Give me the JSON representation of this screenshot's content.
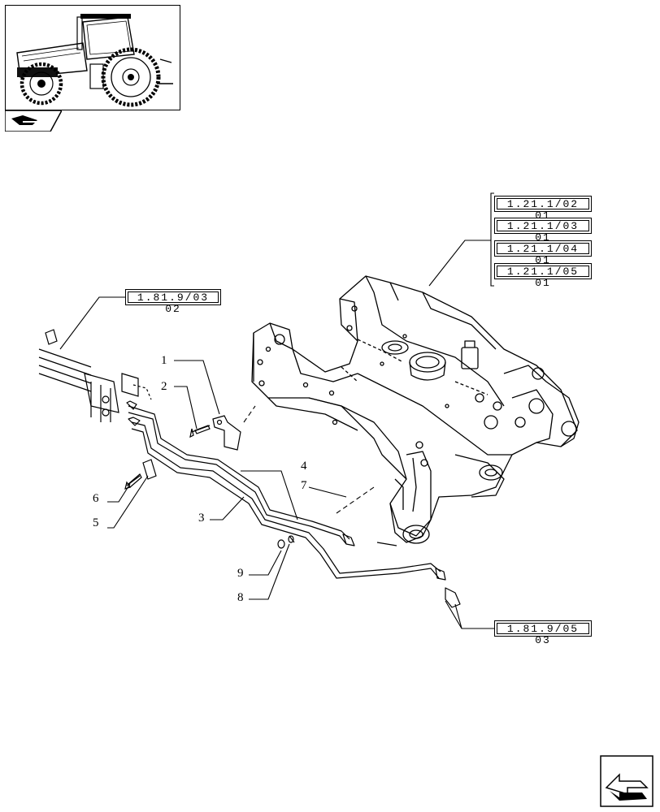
{
  "reference_boxes": {
    "top_right": [
      "1.21.1/02 01",
      "1.21.1/03 01",
      "1.21.1/04 01",
      "1.21.1/05 01"
    ],
    "left": "1.81.9/03 02",
    "bottom_right": "1.81.9/05 03"
  },
  "callouts": {
    "c1": "1",
    "c2": "2",
    "c3": "3",
    "c4": "4",
    "c5": "5",
    "c6": "6",
    "c7": "7",
    "c8": "8",
    "c9": "9"
  },
  "icons": {
    "thumbnail": "tractor-thumbnail-icon",
    "section_tab": "section-tab-icon",
    "next_page": "next-page-arrow-icon"
  }
}
